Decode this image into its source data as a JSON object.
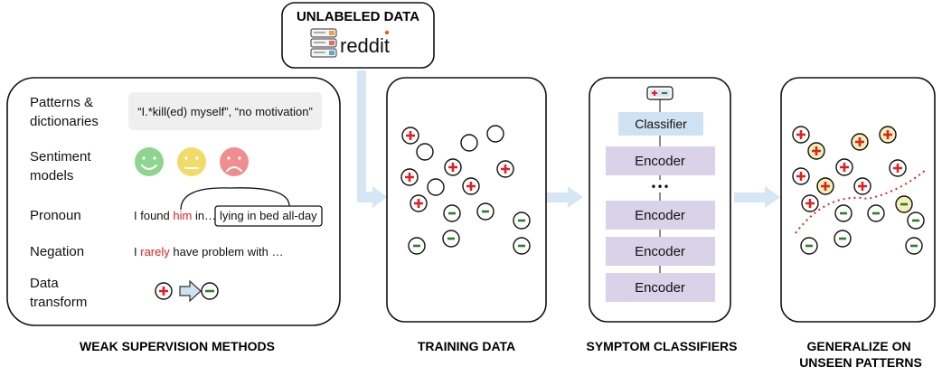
{
  "source": {
    "title": "UNLABELED DATA",
    "site": "reddit"
  },
  "methods": {
    "caption": "WEAK SUPERVISION METHODS",
    "rows": [
      {
        "label_lines": [
          "Patterns &",
          "dictionaries"
        ],
        "example": "“I.*kill(ed) myself”, “no motivation”"
      },
      {
        "label_lines": [
          "Sentiment",
          "models"
        ]
      },
      {
        "label_lines": [
          "Pronoun"
        ],
        "prefix": "I found ",
        "highlight": "him",
        "suffix": " in…",
        "boxed": "lying in bed all-day"
      },
      {
        "label_lines": [
          "Negation"
        ],
        "prefix": "I ",
        "highlight": "rarely",
        "suffix": " have problem with …"
      },
      {
        "label_lines": [
          "Data",
          "transform"
        ]
      }
    ]
  },
  "training": {
    "caption": "TRAINING DATA"
  },
  "classifiers": {
    "caption": "SYMPTOM CLASSIFIERS",
    "classifier_label": "Classifier",
    "encoder_label": "Encoder",
    "ellipsis": "•••"
  },
  "generalize": {
    "caption_lines": [
      "GENERALIZE ON",
      "UNSEEN PATTERNS"
    ]
  },
  "symbols": {
    "plus": "+",
    "minus": "-"
  },
  "colors": {
    "plus": "#e02020",
    "minus": "#2e7d2e",
    "highlight": "#e02020",
    "arrow": "#d6e6f5",
    "classifier_fill": "#cfe2f3",
    "encoder_fill": "#d9d2e9",
    "pattern_bg": "#efefef",
    "face_green": "#8fd48f",
    "face_yellow": "#f1dc6a",
    "face_red": "#ef8e8e",
    "highlight_dot": "#f3efb6"
  }
}
